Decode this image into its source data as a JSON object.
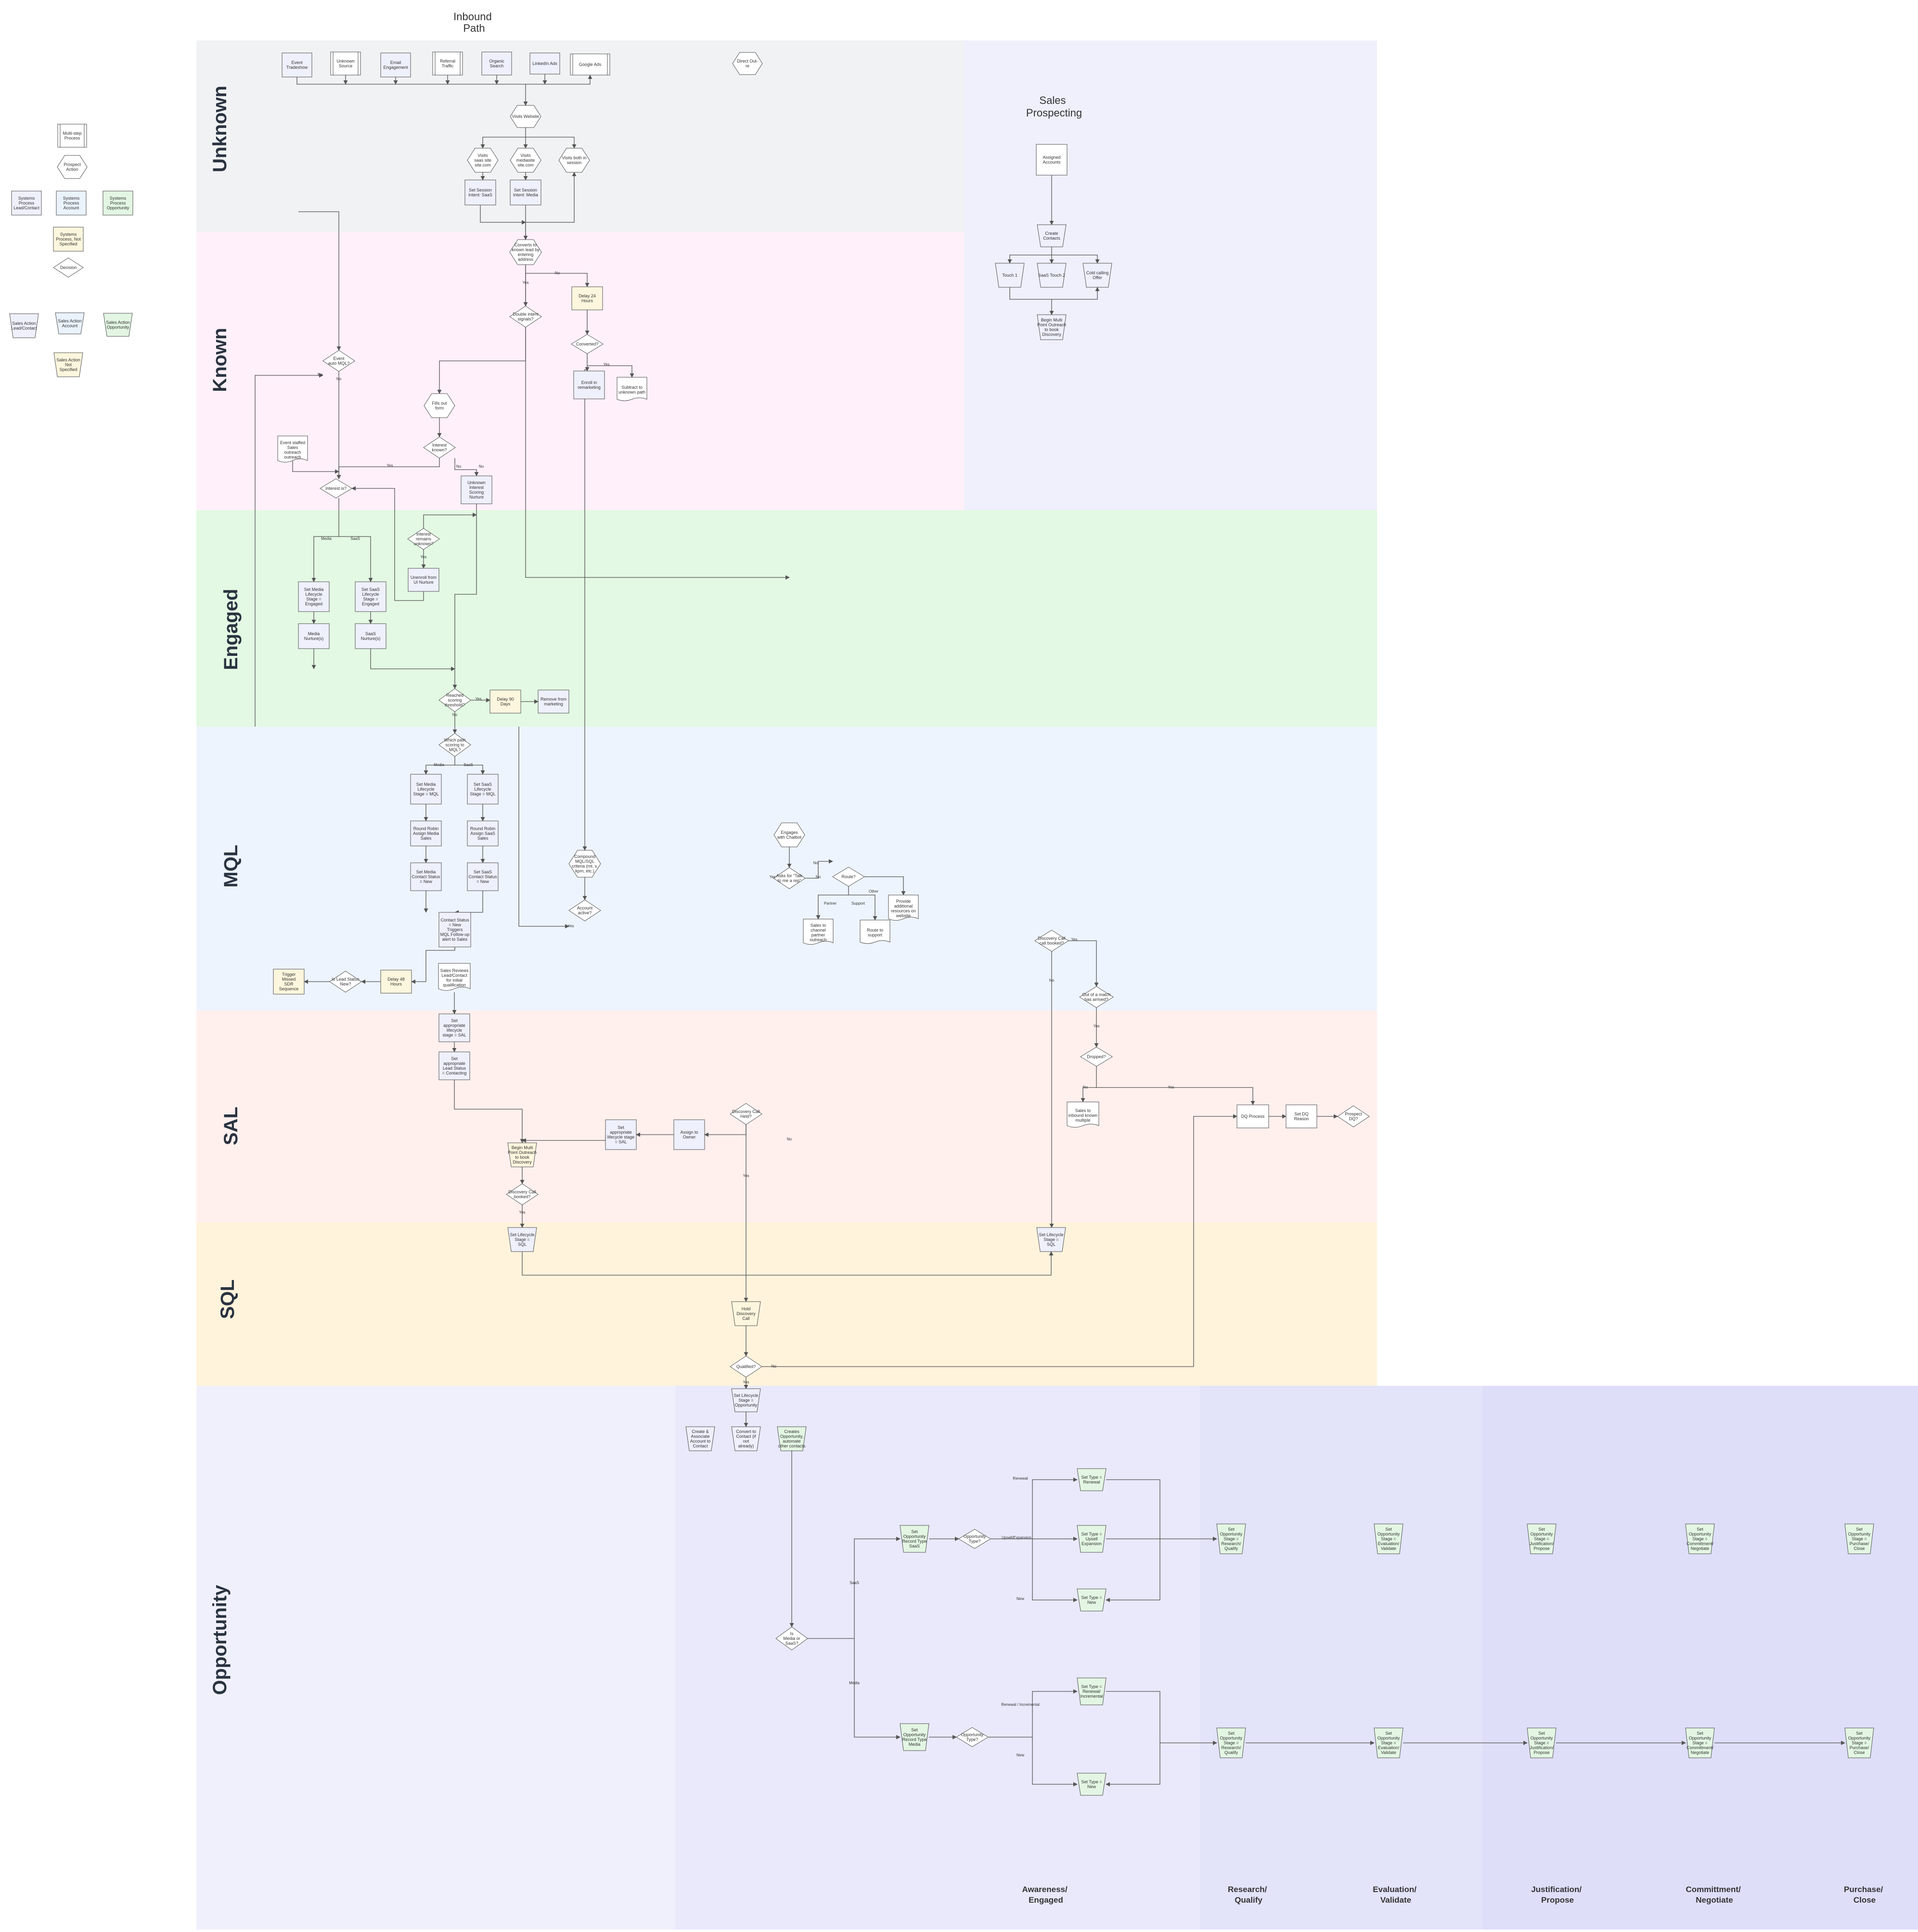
{
  "colors": {
    "unknown": "#f1f2f4",
    "known": "#fff0fa",
    "engaged": "#e3f9e3",
    "mql": "#eef4fe",
    "sal": "#fff0ee",
    "sql": "#fff3dc",
    "opportunity": "#f0f0fd",
    "prospecting": "#f0f0fd",
    "stage_band_a": "#e9e9fb",
    "stage_band_b": "#e3e3fa",
    "stage_band_c": "#dedef9",
    "multistep": "#ffffff",
    "sys_lead": "#eef0fb",
    "sys_account": "#eaf2fc",
    "sys_opportunity": "#e3f6e3",
    "sys_unspecified": "#fbf6dd",
    "green": "#e4f6e4",
    "yellow": "#fbf6dd",
    "stroke": "#555555"
  },
  "titles": {
    "inbound": [
      "Inbound",
      "Path"
    ],
    "prospecting": [
      "Sales",
      "Prospecting"
    ]
  },
  "lanes": [
    "Unknown",
    "Known",
    "Engaged",
    "MQL",
    "SAL",
    "SQL",
    "Opportunity"
  ],
  "stages": [
    [
      "Awareness/",
      "Engaged"
    ],
    [
      "Research/",
      "Qualify"
    ],
    [
      "Evaluation/",
      "Validate"
    ],
    [
      "Justification/",
      "Propose"
    ],
    [
      "Committment/",
      "Negotiate"
    ],
    [
      "Purchase/",
      "Close"
    ]
  ],
  "legend": [
    [
      "Multi-step",
      "Process"
    ],
    [
      "Prospect",
      "Action"
    ],
    [
      "Systems",
      "Process",
      "Lead/Contact"
    ],
    [
      "Systems",
      "Process",
      "Account"
    ],
    [
      "Systems",
      "Process",
      "Opportunity"
    ],
    [
      "Systems",
      "Process, Not",
      "Specified"
    ],
    [
      "Decision"
    ],
    [
      "Sales Action",
      "Lead/Contact"
    ],
    [
      "Sales Action",
      "Account"
    ],
    [
      "Sales Action",
      "Opportunity"
    ],
    [
      "Sales Action",
      "Not",
      "Specified"
    ]
  ],
  "nodes": {
    "src_events": [
      "Event",
      "Tradeshow"
    ],
    "src_unknown": [
      "Unknown",
      "Source"
    ],
    "src_email": [
      "Email",
      "Engagement"
    ],
    "src_referral": [
      "Referral",
      "Traffic"
    ],
    "src_organic": [
      "Organic",
      "Search"
    ],
    "src_linkedin": [
      "LinkedIn Ads"
    ],
    "src_google": [
      "Google Ads"
    ],
    "direct_outreach": [
      "Direct Out-",
      "re"
    ],
    "visits_website": [
      "Visits Website"
    ],
    "visits_saas": [
      "Visits",
      "saas site",
      "site.com"
    ],
    "visits_media": [
      "Visits",
      "mediasite",
      "site.com"
    ],
    "visits_both": [
      "Visits both in",
      "session"
    ],
    "set_session_saas": [
      "Set Session",
      "Intent: SaaS"
    ],
    "set_session_media": [
      "Set Session",
      "Intent: Media"
    ],
    "converts_form": [
      "Converts to",
      "known lead by",
      "entering",
      "address"
    ],
    "double_intent": [
      "Double intent",
      "signals?"
    ],
    "delay_24": [
      "Delay 24",
      "Hours"
    ],
    "converted": [
      "Converted?"
    ],
    "enroll_remarketing": [
      "Enroll in",
      "remarketing"
    ],
    "subtract_intent": [
      "Subtract to",
      "unknown path"
    ],
    "event_mql": [
      "Event",
      "auto MQL?"
    ],
    "sales_outreach": [
      "Event staffed",
      "Sales",
      "outreach",
      "outreach"
    ],
    "fills_form": [
      "Fills out",
      "form"
    ],
    "interest_known": [
      "Interest",
      "known?"
    ],
    "unknown_interest": [
      "Unknown",
      "Interest",
      "Scoring",
      "Nurture"
    ],
    "interest_q": [
      "Interest is?"
    ],
    "interest_unknown_q": [
      "Interest",
      "remains",
      "unknown?"
    ],
    "unenroll": [
      "Unenroll from",
      "UI Nurture"
    ],
    "set_media_engaged": [
      "Set Media",
      "Lifecycle",
      "Stage =",
      "Engaged"
    ],
    "set_saas_engaged": [
      "Set SaaS",
      "Lifecycle",
      "Stage =",
      "Engaged"
    ],
    "media_nurture": [
      "Media",
      "Nurture(s)"
    ],
    "saas_nurture": [
      "SaaS",
      "Nurture(s)"
    ],
    "reached_threshold": [
      "Reached",
      "scoring",
      "threshold?"
    ],
    "delay_90": [
      "Delay 90",
      "Days"
    ],
    "remove_marketing": [
      "Remove from",
      "marketing"
    ],
    "which_path": [
      "Which path",
      "scoring to",
      "MQL?"
    ],
    "set_media_mql": [
      "Set Media",
      "Lifecycle",
      "Stage = MQL"
    ],
    "set_saas_mql": [
      "Set SaaS",
      "Lifecycle",
      "Stage = MQL"
    ],
    "rr_media": [
      "Round Robin",
      "Assign Media",
      "Sales"
    ],
    "rr_saas": [
      "Round Robin",
      "Assign SaaS",
      "Sales"
    ],
    "set_media_status": [
      "Set Media",
      "Contact Status",
      "= New"
    ],
    "set_saas_status": [
      "Set SaaS",
      "Contact Status",
      "= New"
    ],
    "contact_status": [
      "Contact Status",
      "= New",
      "Triggers",
      "MQL Follow-up",
      "alert to Sales"
    ],
    "compound_mql": [
      "Compound",
      "MQL/SQL",
      "criteria (mt. v.",
      "kpm, etc.)"
    ],
    "account_active": [
      "Account",
      "active?"
    ],
    "engages_chatbot": [
      "Engages",
      "with Chatbot"
    ],
    "asks_talk": [
      "Asks for \"Talk",
      "to me a rep\""
    ],
    "route_q": [
      "Route?"
    ],
    "route_sales": [
      "Sales to",
      "channel",
      "partner",
      "outreach"
    ],
    "route_support": [
      "Route to",
      "support"
    ],
    "provide_content": [
      "Provide",
      "additional",
      "resources on",
      "website"
    ],
    "trigger_sdr": [
      "Trigger",
      "Missed",
      "SDR",
      "Sequence"
    ],
    "is_lead_status": [
      "Is Lead Status",
      "New?"
    ],
    "delay_48": [
      "Delay 48",
      "Hours"
    ],
    "sales_reviews": [
      "Sales Reviews",
      "Lead/Contact",
      "for initial",
      "qualification"
    ],
    "set_lifecycle_sal": [
      "Set",
      "appropriate",
      "lifecycle",
      "stage = SAL"
    ],
    "set_lead_status": [
      "Set",
      "appropriate",
      "Lead Status",
      "= Contacting"
    ],
    "begin_multi_sal": [
      "Begin Multi",
      "Point Outreach",
      "to book",
      "Discovery"
    ],
    "discovery_booked_sal": [
      "Discovery Call",
      "booked?"
    ],
    "set_lifecycle_sal2": [
      "Set",
      "appropriate",
      "lifecycle stage",
      "= SAL"
    ],
    "assign_owner": [
      "Assign to",
      "Owner"
    ],
    "discovery_held": [
      "Discovery Call",
      "Held?"
    ],
    "set_sql_left": [
      "Set Lifecycle",
      "Stage =",
      "SQL"
    ],
    "set_sql_right": [
      "Set Lifecycle",
      "Stage =",
      "SQL"
    ],
    "assigned_accounts": [
      "Assigned",
      "Accounts"
    ],
    "create_contacts": [
      "Create",
      "Contacts"
    ],
    "touch_1": [
      "Touch 1"
    ],
    "touch_2": [
      "SaaS Touch 2"
    ],
    "touch_3": [
      "Cold calling",
      "Offer"
    ],
    "begin_multi_disc": [
      "Begin Multi",
      "Point Outreach",
      "to book",
      "Discovery"
    ],
    "discovery_booked_pr": [
      "Discovery Call",
      "call booked?"
    ],
    "out_of_reach": [
      "Out of a match",
      "has arrived?"
    ],
    "dropped_q": [
      "Dropped?"
    ],
    "sales_to_inbound": [
      "Sales to",
      "inbound known",
      "multiple"
    ],
    "dq_process": [
      "DQ Process"
    ],
    "set_dq": [
      "Set DQ",
      "Reason"
    ],
    "prospect_dq": [
      "Prospect",
      "DQ?"
    ],
    "hold_discovery": [
      "Hold",
      "Discovery",
      "Call"
    ],
    "qualified_q": [
      "Qualified?"
    ],
    "set_lifecycle_opp": [
      "Set Lifecycle",
      "Stage =",
      "Opportunity"
    ],
    "create_associate": [
      "Create &",
      "Associate",
      "Account to",
      "Contact"
    ],
    "convert_contact": [
      "Convert to",
      "Contact (if",
      "not",
      "already)"
    ],
    "create_opp": [
      "Creates",
      "Opportunity,",
      "automate",
      "other contacts"
    ],
    "media_or_saas": [
      "Is",
      "Media or",
      "SaaS?"
    ],
    "set_opp_saas": [
      "Set",
      "Opportunity",
      "Record Type",
      "SaaS"
    ],
    "opp_type_saas": [
      "Opportunity",
      "Type?"
    ],
    "set_type_renewal": [
      "Set Type =",
      "Renewal"
    ],
    "set_type_upsell": [
      "Set Type =",
      "Upsell",
      "Expansion"
    ],
    "set_type_new_saas": [
      "Set Type =",
      "New"
    ],
    "set_opp_media": [
      "Set",
      "Opportunity",
      "Record Type",
      "Media"
    ],
    "opp_type_media": [
      "Opportunity",
      "Type?"
    ],
    "set_type_renewal_media": [
      "Set Type =",
      "Renewal/",
      "Incremental"
    ],
    "set_type_new_media": [
      "Set Type =",
      "New"
    ],
    "stage_research_saas": [
      "Set",
      "Opportunity",
      "Stage =",
      "Research/",
      "Qualify"
    ],
    "stage_eval_saas": [
      "Set",
      "Opportunity",
      "Stage =",
      "Evaluation/",
      "Validate"
    ],
    "stage_just_saas": [
      "Set",
      "Opportunity",
      "Stage =",
      "Justification/",
      "Propose"
    ],
    "stage_commit_saas": [
      "Set",
      "Opportunity",
      "Stage =",
      "Committment/",
      "Negotiate"
    ],
    "stage_purchase_saas": [
      "Set",
      "Opportunity",
      "Stage =",
      "Purchase/",
      "Close"
    ],
    "stage_research_media": [
      "Set",
      "Opportunity",
      "Stage =",
      "Research/",
      "Qualify"
    ],
    "stage_eval_media": [
      "Set",
      "Opportunity",
      "Stage =",
      "Evaluation/",
      "Validate"
    ],
    "stage_just_media": [
      "Set",
      "Opportunity",
      "Stage =",
      "Justification/",
      "Propose"
    ],
    "stage_commit_media": [
      "Set",
      "Opportunity",
      "Stage =",
      "Committment/",
      "Negotiate"
    ],
    "stage_purchase_media": [
      "Set",
      "Opportunity",
      "Stage =",
      "Purchase/",
      "Close"
    ]
  },
  "edge_labels": {
    "no_1": "No",
    "yes_1": "Yes",
    "yes_2": "Yes",
    "no_2": "No",
    "no_3": "No",
    "yes_3": "Yes",
    "media_1": "Media",
    "saas_1": "SaaS",
    "yes_4": "Yes",
    "no_4": "No",
    "yes_5": "Yes",
    "media_2": "Media",
    "saas_2": "SaaS",
    "no_5": "No",
    "yes_6": "Yes",
    "no_6": "No",
    "yes_7": "Yes",
    "no_7": "No",
    "other": "Other",
    "partner": "Partner",
    "support": "Support",
    "yes_8": "Yes",
    "yes_9": "Yes",
    "no_8": "No",
    "yes_10": "Yes",
    "no_9": "No",
    "yes_11": "Yes",
    "no_10": "No",
    "yes_12": "Yes",
    "no_11": "No",
    "yes_13": "Yes",
    "no_12": "No",
    "saas_3": "SaaS",
    "media_3": "Media",
    "renewal": "Renewal",
    "upsell": "Upsell/Expansion",
    "new_1": "New",
    "renewal_inc": "Renewal / Incremental",
    "new_2": "New"
  }
}
